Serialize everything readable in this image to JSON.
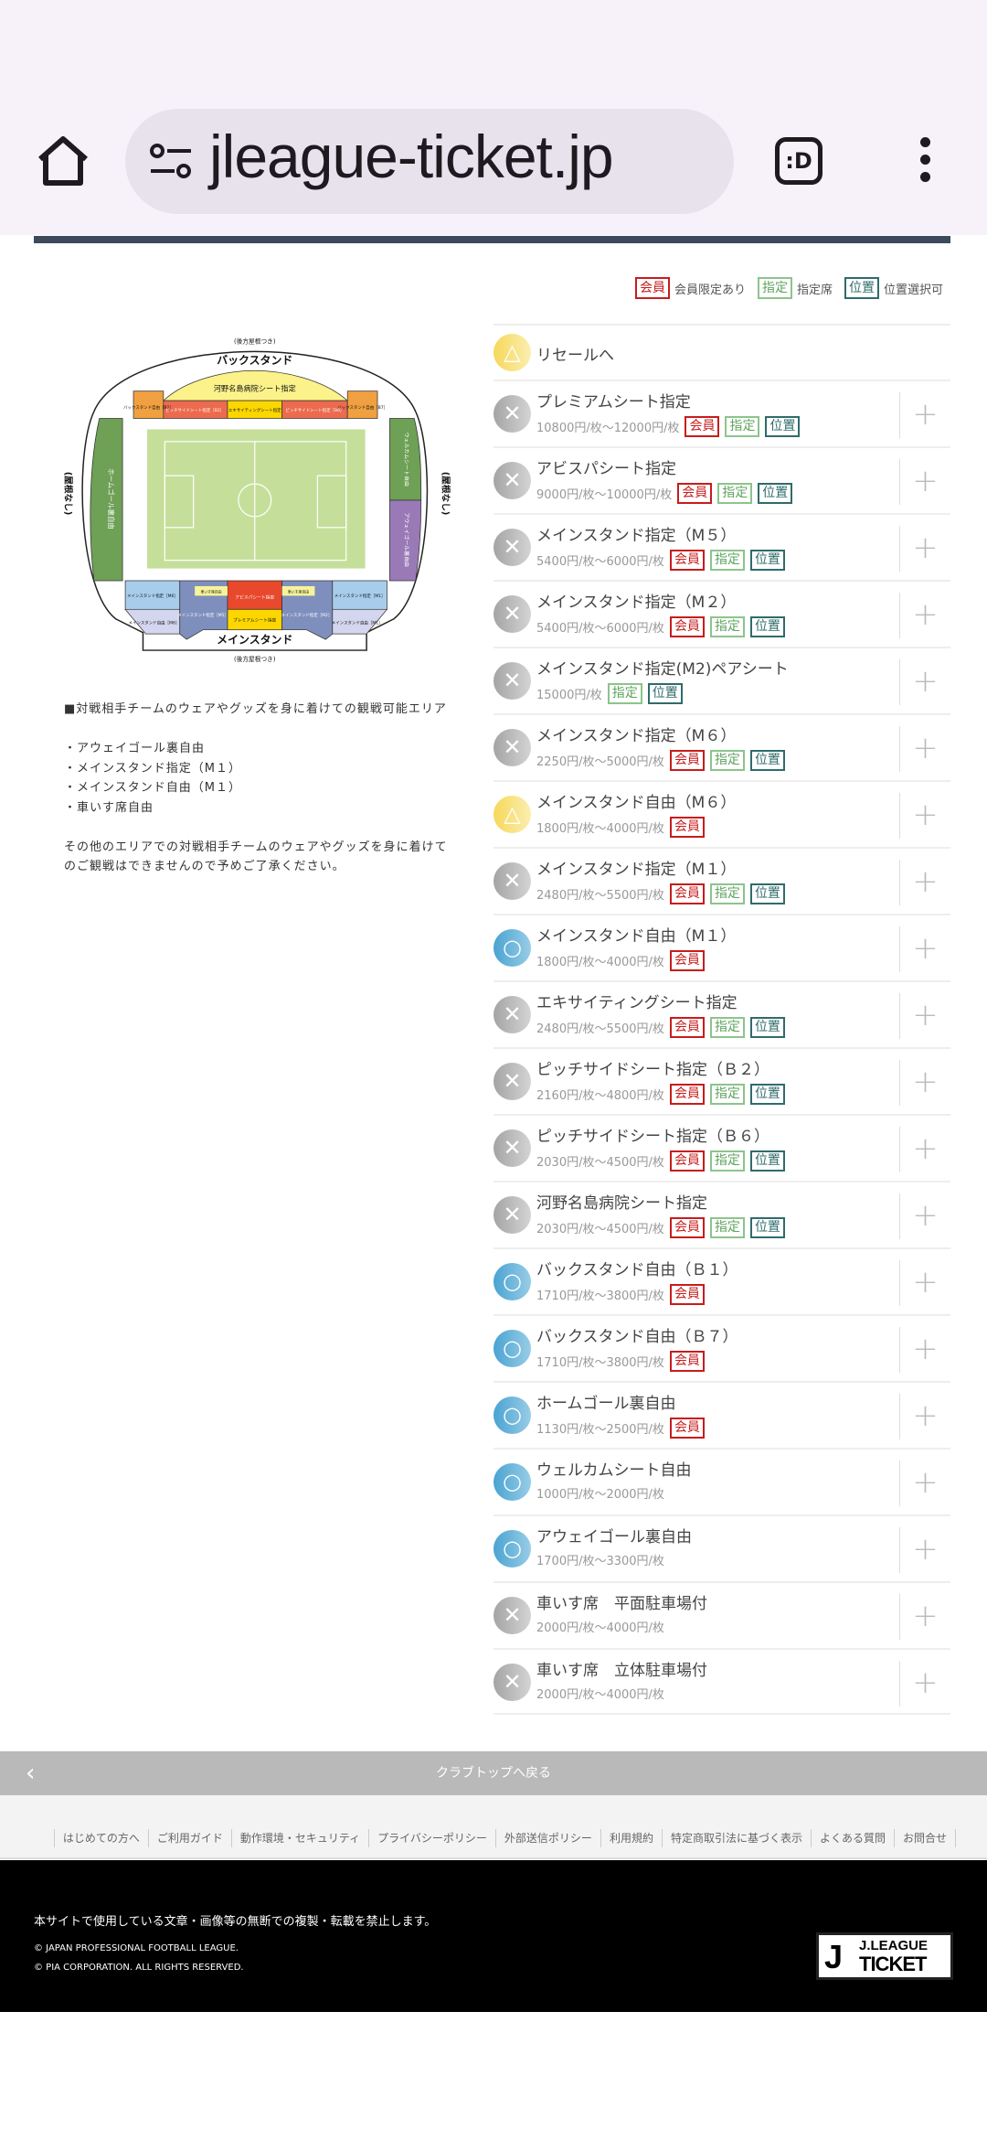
{
  "browser": {
    "url": "jleague-ticket.jp",
    "tab_icon_label": ":D"
  },
  "legend": {
    "items": [
      {
        "badge": "会員",
        "text": "会員限定あり"
      },
      {
        "badge": "指定",
        "text": "指定席"
      },
      {
        "badge": "位置",
        "text": "位置選択可"
      }
    ]
  },
  "stadium_map": {
    "roof_top": "(後方屋根つき)",
    "roof_bottom": "(後方屋根つき)",
    "no_roof_left": "(屋根なし)",
    "no_roof_right": "(屋根なし)",
    "back_stand": "バックスタンド",
    "main_stand": "メインスタンド",
    "kawano": "河野名島病院シート指定",
    "b1": "バックスタンド自由［B1］",
    "b2": "ピッチサイドシート指定［B2］",
    "excite": "エキサイティングシート指定",
    "b6": "ピッチサイドシート指定［B6］",
    "b7": "バックスタンド自由［B7］",
    "home_goal": "ホームゴール裏自由",
    "welcome": "ウェルカムシート自由",
    "away_goal": "アウェイゴール裏自由",
    "m6": "メインスタンド指定［M6］",
    "m6_free": "メインスタンド自由［M6］",
    "m5": "メインスタンド指定［M5］",
    "wheel_l": "車いす席自由",
    "wheel_r": "車いす席自由",
    "abispa": "アビスパシート指定",
    "premium": "プレミアムシート指定",
    "m2": "メインスタンド指定［M2］",
    "m1": "メインスタンド指定［M1］",
    "m1_free": "メインスタンド自由［M1］"
  },
  "notes": {
    "heading": "■対戦相手チームのウェアやグッズを身に着けての観戦可能エリア",
    "items": [
      "・アウェイゴール裏自由",
      "・メインスタンド指定（M１）",
      "・メインスタンド自由（M１）",
      "・車いす席自由"
    ],
    "footer1": "その他のエリアでの対戦相手チームのウェアやグッズを身に着けて",
    "footer2": "のご観戦はできませんので予めご了承ください。"
  },
  "status_symbols": {
    "x": "✕",
    "tri": "△",
    "o": "○"
  },
  "resale": {
    "label": "リセールへ",
    "status": "tri"
  },
  "seats": [
    {
      "name": "プレミアムシート指定",
      "price": "10800円/枚～12000円/枚",
      "status": "x",
      "badges": [
        "会員",
        "指定",
        "位置"
      ]
    },
    {
      "name": "アビスパシート指定",
      "price": "9000円/枚～10000円/枚",
      "status": "x",
      "badges": [
        "会員",
        "指定",
        "位置"
      ]
    },
    {
      "name": "メインスタンド指定（M５）",
      "price": "5400円/枚～6000円/枚",
      "status": "x",
      "badges": [
        "会員",
        "指定",
        "位置"
      ]
    },
    {
      "name": "メインスタンド指定（M２）",
      "price": "5400円/枚～6000円/枚",
      "status": "x",
      "badges": [
        "会員",
        "指定",
        "位置"
      ]
    },
    {
      "name": "メインスタンド指定(M2)ペアシート",
      "price": "15000円/枚",
      "status": "x",
      "badges": [
        "指定",
        "位置"
      ]
    },
    {
      "name": "メインスタンド指定（M６）",
      "price": "2250円/枚～5000円/枚",
      "status": "x",
      "badges": [
        "会員",
        "指定",
        "位置"
      ]
    },
    {
      "name": "メインスタンド自由（M６）",
      "price": "1800円/枚～4000円/枚",
      "status": "tri",
      "badges": [
        "会員"
      ]
    },
    {
      "name": "メインスタンド指定（M１）",
      "price": "2480円/枚～5500円/枚",
      "status": "x",
      "badges": [
        "会員",
        "指定",
        "位置"
      ]
    },
    {
      "name": "メインスタンド自由（M１）",
      "price": "1800円/枚～4000円/枚",
      "status": "o",
      "badges": [
        "会員"
      ]
    },
    {
      "name": "エキサイティングシート指定",
      "price": "2480円/枚～5500円/枚",
      "status": "x",
      "badges": [
        "会員",
        "指定",
        "位置"
      ]
    },
    {
      "name": "ピッチサイドシート指定（Ｂ２）",
      "price": "2160円/枚～4800円/枚",
      "status": "x",
      "badges": [
        "会員",
        "指定",
        "位置"
      ]
    },
    {
      "name": "ピッチサイドシート指定（Ｂ６）",
      "price": "2030円/枚～4500円/枚",
      "status": "x",
      "badges": [
        "会員",
        "指定",
        "位置"
      ]
    },
    {
      "name": "河野名島病院シート指定",
      "price": "2030円/枚～4500円/枚",
      "status": "x",
      "badges": [
        "会員",
        "指定",
        "位置"
      ]
    },
    {
      "name": "バックスタンド自由（Ｂ１）",
      "price": "1710円/枚～3800円/枚",
      "status": "o",
      "badges": [
        "会員"
      ]
    },
    {
      "name": "バックスタンド自由（Ｂ７）",
      "price": "1710円/枚～3800円/枚",
      "status": "o",
      "badges": [
        "会員"
      ]
    },
    {
      "name": "ホームゴール裏自由",
      "price": "1130円/枚～2500円/枚",
      "status": "o",
      "badges": [
        "会員"
      ]
    },
    {
      "name": "ウェルカムシート自由",
      "price": "1000円/枚～2000円/枚",
      "status": "o",
      "badges": []
    },
    {
      "name": "アウェイゴール裏自由",
      "price": "1700円/枚～3300円/枚",
      "status": "o",
      "badges": []
    },
    {
      "name": "車いす席　平面駐車場付",
      "price": "2000円/枚～4000円/枚",
      "status": "x",
      "badges": []
    },
    {
      "name": "車いす席　立体駐車場付",
      "price": "2000円/枚～4000円/枚",
      "status": "x",
      "badges": []
    }
  ],
  "add_symbol": "+",
  "back_bar": {
    "label": "クラブトップへ戻る",
    "chevron": "‹"
  },
  "footer_links": [
    "はじめての方へ",
    "ご利用ガイド",
    "動作環境・セキュリティ",
    "プライバシーポリシー",
    "外部送信ポリシー",
    "利用規約",
    "特定商取引法に基づく表示",
    "よくある質問",
    "お問合せ"
  ],
  "footer": {
    "notice": "本サイトで使用している文章・画像等の無断での複製・転載を禁止します。",
    "copy1": "© JAPAN PROFESSIONAL FOOTBALL LEAGUE.",
    "copy2": "© PIA CORPORATION. ALL RIGHTS RESERVED.",
    "logo_line1": "J.LEAGUE",
    "logo_line2": "TICKET",
    "logo_mark": "J"
  }
}
